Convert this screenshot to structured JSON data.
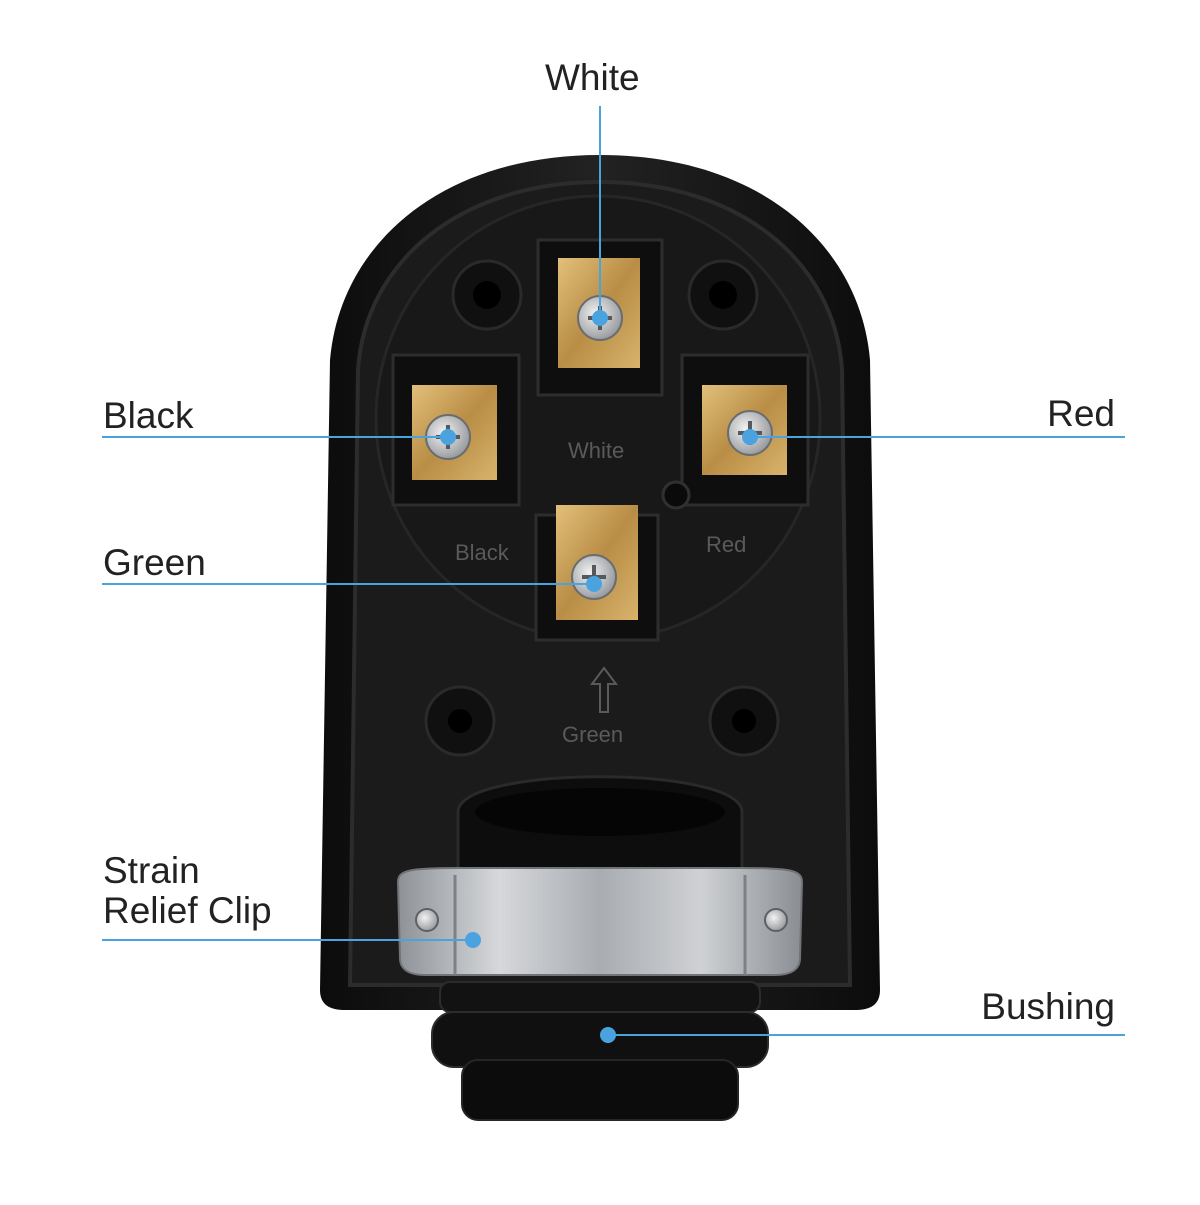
{
  "colors": {
    "accent": "#4aa3df",
    "body_dark": "#161616",
    "brass": "#c9a15a",
    "steel": "#b9bcc0",
    "label_text": "#222222"
  },
  "callouts": {
    "white": "White",
    "black": "Black",
    "red": "Red",
    "green": "Green",
    "strain_relief_line1": "Strain",
    "strain_relief_line2": "Relief Clip",
    "bushing": "Bushing"
  },
  "molded_text": {
    "white": "White",
    "black": "Black",
    "red": "Red",
    "green": "Green"
  }
}
